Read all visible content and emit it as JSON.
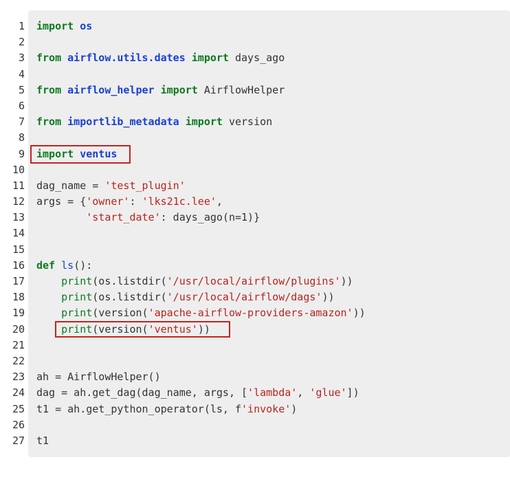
{
  "line_numbers": [
    "1",
    "2",
    "3",
    "4",
    "5",
    "6",
    "7",
    "8",
    "9",
    "10",
    "11",
    "12",
    "13",
    "14",
    "15",
    "16",
    "17",
    "18",
    "19",
    "20",
    "21",
    "22",
    "23",
    "24",
    "25",
    "26",
    "27"
  ],
  "code": {
    "l1": {
      "kw1": "import",
      "mod": "os"
    },
    "l3": {
      "kw1": "from",
      "mod": "airflow.utils.dates",
      "kw2": "import",
      "name": "days_ago"
    },
    "l5": {
      "kw1": "from",
      "mod": "airflow_helper",
      "kw2": "import",
      "name": "AirflowHelper"
    },
    "l7": {
      "kw1": "from",
      "mod": "importlib_metadata",
      "kw2": "import",
      "name": "version"
    },
    "l9": {
      "kw1": "import",
      "mod": "ventus"
    },
    "l11": {
      "pre": "dag_name = ",
      "str": "'test_plugin'"
    },
    "l12": {
      "pre": "args = {",
      "s1": "'owner'",
      "mid": ": ",
      "s2": "'lks21c.lee'",
      "post": ","
    },
    "l13": {
      "indent": "        ",
      "s1": "'start_date'",
      "post": ": days_ago(n=1)}"
    },
    "l16": {
      "kw": "def",
      "fn": "ls",
      "post": "():"
    },
    "l17": {
      "indent": "    ",
      "bi": "print",
      "pre": "(os.listdir(",
      "str": "'/usr/local/airflow/plugins'",
      "post": "))"
    },
    "l18": {
      "indent": "    ",
      "bi": "print",
      "pre": "(os.listdir(",
      "str": "'/usr/local/airflow/dags'",
      "post": "))"
    },
    "l19": {
      "indent": "    ",
      "bi": "print",
      "pre": "(version(",
      "str": "'apache-airflow-providers-amazon'",
      "post": "))"
    },
    "l20": {
      "indent": "    ",
      "bi": "print",
      "pre": "(version(",
      "str": "'ventus'",
      "post": "))"
    },
    "l23": {
      "text": "ah = AirflowHelper()"
    },
    "l24": {
      "pre": "dag = ah.get_dag(dag_name, args, [",
      "s1": "'lambda'",
      "mid": ", ",
      "s2": "'glue'",
      "post": "])"
    },
    "l25": {
      "pre": "t1 = ah.get_python_operator(ls, f",
      "str": "'invoke'",
      "post": ")"
    },
    "l27": {
      "text": "t1"
    }
  },
  "colors": {
    "keyword": "#0b7a1f",
    "module": "#1a3fd1",
    "string": "#b8241d",
    "highlight_box": "#cc1f1f",
    "code_background": "#eeeeee"
  }
}
